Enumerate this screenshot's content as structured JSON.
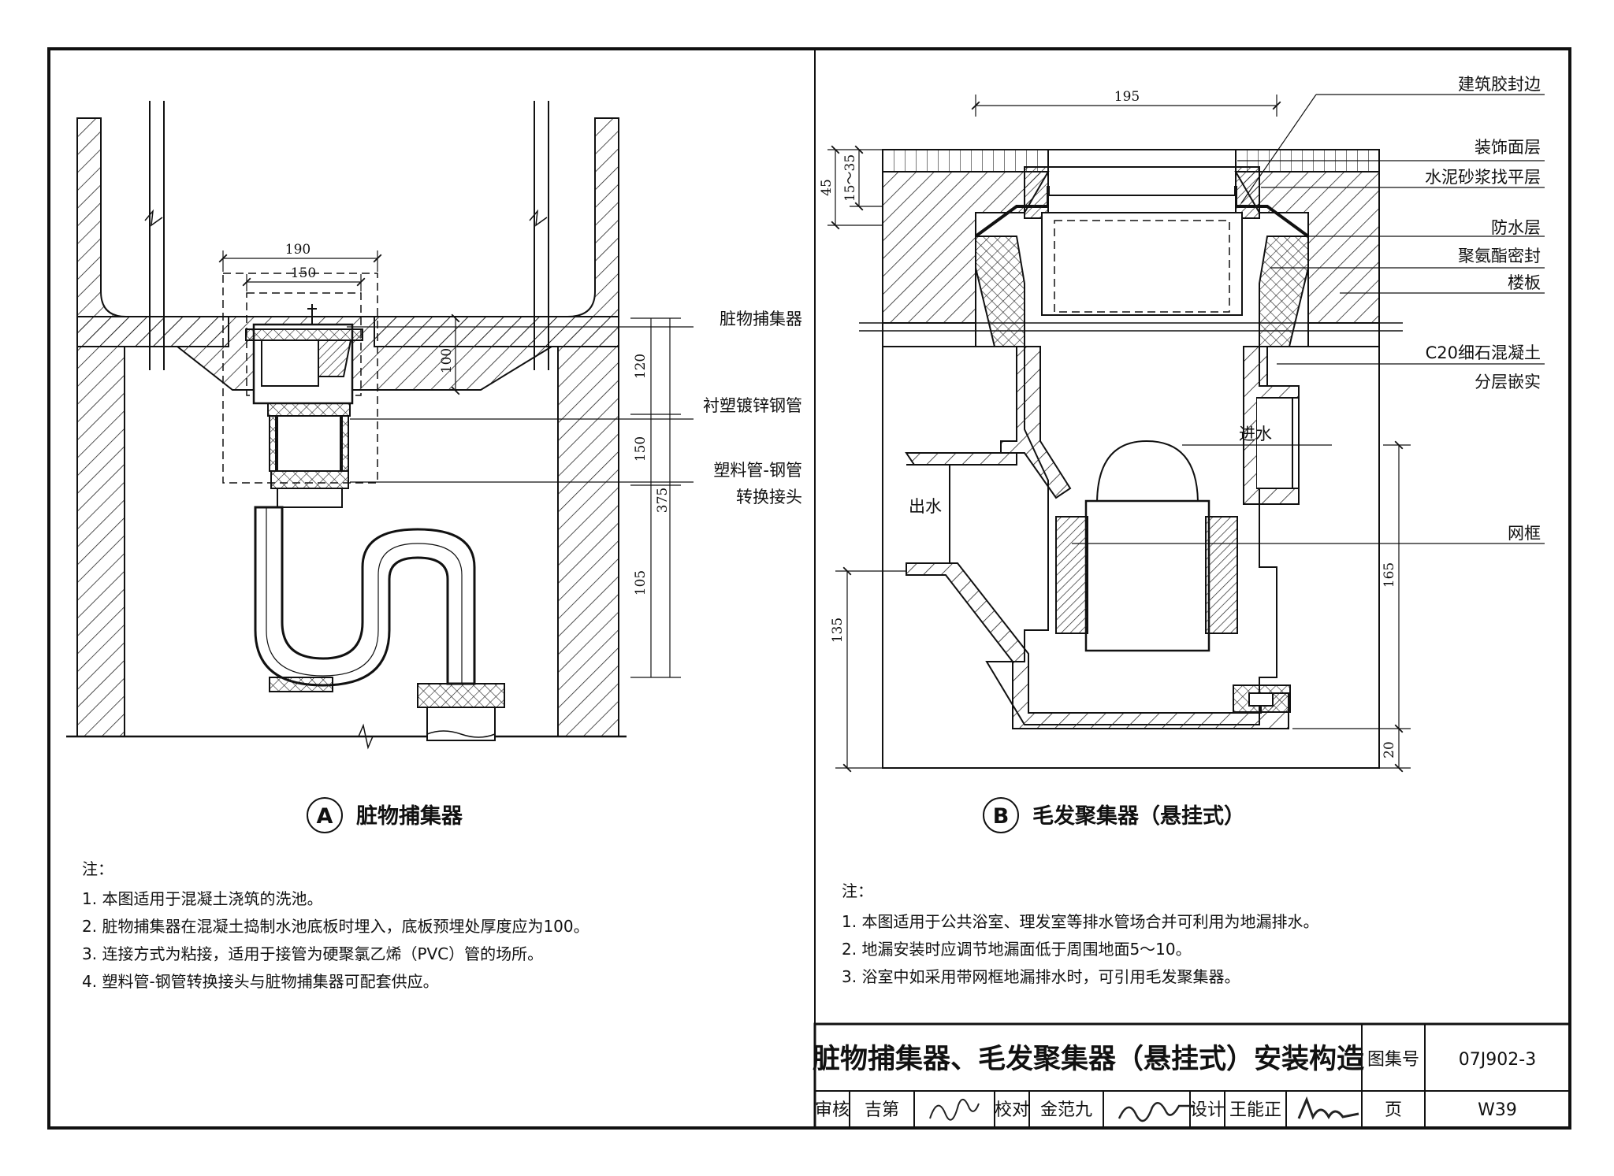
{
  "detail_a": {
    "caption_letter": "A",
    "caption": "脏物捕集器",
    "labels": {
      "collector": "脏物捕集器",
      "lined_pipe": "衬塑镀锌钢管",
      "adapter_1": "塑料管-钢管",
      "adapter_2": "转换接头"
    },
    "dims": {
      "w190": "190",
      "w150": "150",
      "d100": "100",
      "h120": "120",
      "h150": "150",
      "h375": "375",
      "h105": "105"
    },
    "notes_heading": "注：",
    "notes": [
      "1. 本图适用于混凝土浇筑的洗池。",
      "2. 脏物捕集器在混凝土捣制水池底板时埋入，底板预埋处厚度应为100。",
      "3. 连接方式为粘接，适用于接管为硬聚氯乙烯（PVC）管的场所。",
      "4. 塑料管-钢管转换接头与脏物捕集器可配套供应。"
    ]
  },
  "detail_b": {
    "caption_letter": "B",
    "caption": "毛发聚集器（悬挂式）",
    "labels": {
      "sealant": "建筑胶封边",
      "finish": "装饰面层",
      "screed": "水泥砂浆找平层",
      "waterproof": "防水层",
      "pu_seal": "聚氨酯密封",
      "slab": "楼板",
      "concrete_1": "C20细石混凝土",
      "concrete_2": "分层嵌实",
      "inlet": "进水",
      "outlet": "出水",
      "mesh": "网框"
    },
    "dims": {
      "w195": "195",
      "h45": "45",
      "h15_35": "15～35",
      "h135": "135",
      "h165": "165",
      "h20": "20"
    },
    "notes_heading": "注：",
    "notes": [
      "1. 本图适用于公共浴室、理发室等排水管场合并可利用为地漏排水。",
      "2. 地漏安装时应调节地漏面低于周围地面5～10。",
      "3. 浴室中如采用带网框地漏排水时，可引用毛发聚集器。"
    ]
  },
  "title_block": {
    "title": "脏物捕集器、毛发聚集器（悬挂式）安装构造",
    "atlas_label": "图集号",
    "atlas_no": "07J902-3",
    "review_label": "审核",
    "reviewer": "吉第",
    "check_label": "校对",
    "checker": "金范九",
    "design_label": "设计",
    "designer": "王能正",
    "page_label": "页",
    "page_no": "W39"
  }
}
